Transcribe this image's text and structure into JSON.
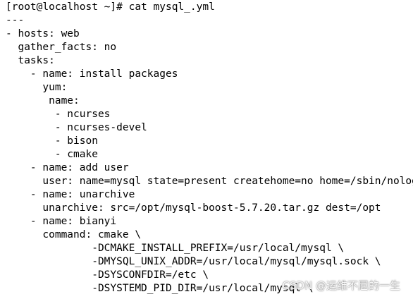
{
  "terminal": {
    "lines": [
      "[root@localhost ~]# cat mysql_.yml",
      "---",
      "- hosts: web",
      "  gather_facts: no",
      "  tasks:",
      "    - name: install packages",
      "      yum:",
      "       name:",
      "        - ncurses",
      "        - ncurses-devel",
      "        - bison",
      "        - cmake",
      "    - name: add user",
      "      user: name=mysql state=present createhome=no home=/sbin/nologin",
      "    - name: unarchive",
      "      unarchive: src=/opt/mysql-boost-5.7.20.tar.gz dest=/opt",
      "    - name: bianyi",
      "      command: cmake \\",
      "              -DCMAKE_INSTALL_PREFIX=/usr/local/mysql \\",
      "              -DMYSQL_UNIX_ADDR=/usr/local/mysql/mysql.sock \\",
      "              -DSYSCONFDIR=/etc \\",
      "              -DSYSTEMD_PID_DIR=/usr/local/mysql \\"
    ]
  },
  "watermark": {
    "text": "CSDN @运维不屈的一生"
  }
}
